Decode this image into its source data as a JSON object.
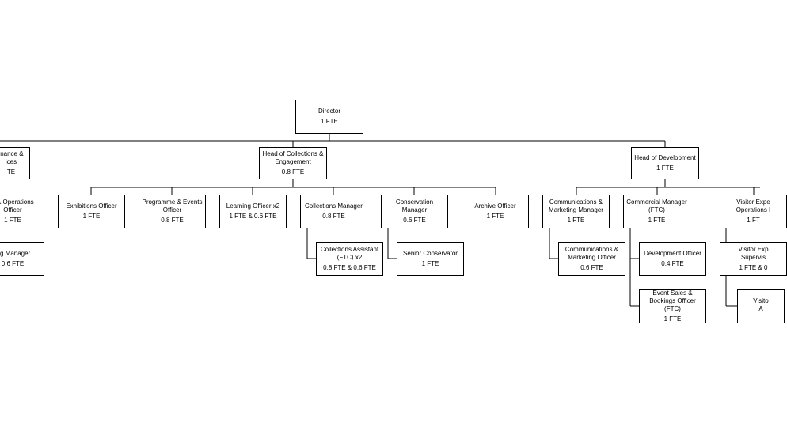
{
  "colors": {
    "background": "#ffffff",
    "line": "#000000",
    "box_border": "#000000",
    "text": "#000000"
  },
  "org": {
    "director": {
      "title": "Director",
      "fte": "1 FTE"
    },
    "finance": {
      "title": "inance &\nices",
      "fte": "TE"
    },
    "finance_ops": {
      "title": "e & Operations\nOfficer",
      "fte": "1 FTE"
    },
    "finance_mgr": {
      "title": "ing Manager",
      "fte": "0.6 FTE"
    },
    "head_collections": {
      "title": "Head of Collections &\nEngagement",
      "fte": "0.8 FTE"
    },
    "exhibitions": {
      "title": "Exhibitions Officer",
      "fte": "1 FTE"
    },
    "programme": {
      "title": "Programme & Events\nOfficer",
      "fte": "0.8 FTE"
    },
    "learning": {
      "title": "Learning Officer x2",
      "fte": "1 FTE & 0.6 FTE"
    },
    "collections_mgr": {
      "title": "Collections Manager",
      "fte": "0.8 FTE"
    },
    "collections_asst": {
      "title": "Collections Assistant\n(FTC) x2",
      "fte": "0.8 FTE & 0.6 FTE"
    },
    "conservation_mgr": {
      "title": "Conservation\nManager",
      "fte": "0.6 FTE"
    },
    "senior_conservator": {
      "title": "Senior Conservator",
      "fte": "1 FTE"
    },
    "archive": {
      "title": "Archive Officer",
      "fte": "1 FTE"
    },
    "head_development": {
      "title": "Head of Development",
      "fte": "1 FTE"
    },
    "comms_mgr": {
      "title": "Communications &\nMarketing Manager",
      "fte": "1 FTE"
    },
    "comms_officer": {
      "title": "Communications &\nMarketing Officer",
      "fte": "0.6 FTE"
    },
    "commercial_mgr": {
      "title": "Commercial Manager\n(FTC)",
      "fte": "1 FTE"
    },
    "development_officer": {
      "title": "Development Officer",
      "fte": "0.4 FTE"
    },
    "event_sales": {
      "title": "Event Sales &\nBookings Officer (FTC)",
      "fte": "1 FTE"
    },
    "visitor_mgr": {
      "title": "Visitor Expe\nOperations I",
      "fte": "1 FT"
    },
    "visitor_sup": {
      "title": "Visitor Exp\nSupervis",
      "fte": "1 FTE & 0"
    },
    "visitor_asst": {
      "title": "Visito\nA",
      "fte": ""
    }
  }
}
